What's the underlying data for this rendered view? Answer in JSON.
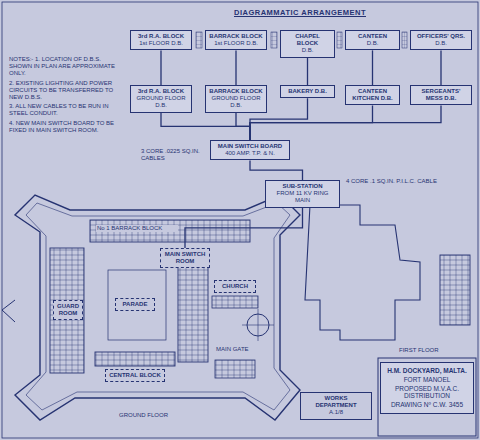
{
  "diagram": {
    "title": "DIAGRAMMATIC ARRANGEMENT",
    "nodes": [
      {
        "text": [
          "3rd R.A. BLOCK",
          "1st FLOOR D.B."
        ]
      },
      {
        "text": [
          "BARRACK BLOCK",
          "1st FLOOR D.B."
        ]
      },
      {
        "text": [
          "CHAPEL BLOCK",
          "D.B."
        ]
      },
      {
        "text": [
          "CANTEEN",
          "D.B."
        ]
      },
      {
        "text": [
          "OFFICERS' QRS.",
          "D.B."
        ]
      },
      {
        "text": [
          "3rd R.A. BLOCK",
          "GROUND FLOOR D.B."
        ]
      },
      {
        "text": [
          "BARRACK BLOCK",
          "GROUND FLOOR D.B."
        ]
      },
      {
        "text": [
          "BAKERY D.B."
        ]
      },
      {
        "text": [
          "CANTEEN KITCHEN D.B."
        ]
      },
      {
        "text": [
          "SERGEANTS' MESS D.B."
        ]
      },
      {
        "text": [
          "MAIN SWITCH BOARD",
          "400 AMP. T.P. & N."
        ]
      },
      {
        "text": [
          "SUB-STATION",
          "FROM 11 KV RING MAIN"
        ]
      },
      {
        "text": [
          "CENTRAL BLOCK"
        ]
      },
      {
        "text": [
          "PARADE"
        ]
      },
      {
        "text": [
          "CHURCH"
        ]
      },
      {
        "text": [
          "GUARD ROOM"
        ]
      },
      {
        "text": [
          "MAIN SWITCH ROOM"
        ]
      },
      {
        "text": [
          "H.M. DOCKYARD, MALTA.",
          "FORT MANOEL",
          "PROPOSED M.V.A.C. DISTRIBUTION",
          "DRAWING Nº C.W. 3455"
        ]
      },
      {
        "text": [
          "WORKS DEPARTMENT",
          "A.1/8"
        ]
      }
    ],
    "edges": [
      {
        "from": 0,
        "to": 5,
        "arrow": "none"
      },
      {
        "from": 1,
        "to": 6,
        "arrow": "none"
      },
      {
        "from": 2,
        "to": 7,
        "arrow": "none"
      },
      {
        "from": 3,
        "to": 8,
        "arrow": "none"
      },
      {
        "from": 4,
        "to": 9,
        "arrow": "none"
      },
      {
        "from": 5,
        "to": 10,
        "arrow": "none"
      },
      {
        "from": 6,
        "to": 10,
        "arrow": "none"
      },
      {
        "from": 7,
        "to": 10,
        "arrow": "none"
      },
      {
        "from": 8,
        "to": 10,
        "arrow": "none"
      },
      {
        "from": 9,
        "to": 10,
        "arrow": "none"
      },
      {
        "from": 10,
        "to": 11,
        "arrow": "none"
      },
      {
        "from": 11,
        "to": 16,
        "arrow": "none"
      }
    ],
    "labels": [
      "NOTES:- 1. LOCATION OF D.B.S. SHOWN IN PLAN ARE APPROXIMATE ONLY.",
      "2. EXISTING LIGHTING AND POWER CIRCUITS TO BE TRANSFERRED TO NEW D.B.S.",
      "3. ALL NEW CABLES TO BE RUN IN STEEL CONDUIT.",
      "4. NEW MAIN SWITCH BOARD TO BE FIXED IN MAIN SWITCH ROOM.",
      "3 CORE .0225 SQ.IN. CABLES",
      "4 CORE .1 SQ.IN. P.I.L.C. CABLE",
      "No 1 BARRACK BLOCK",
      "MAIN GATE",
      "GROUND FLOOR",
      "FIRST FLOOR"
    ]
  }
}
